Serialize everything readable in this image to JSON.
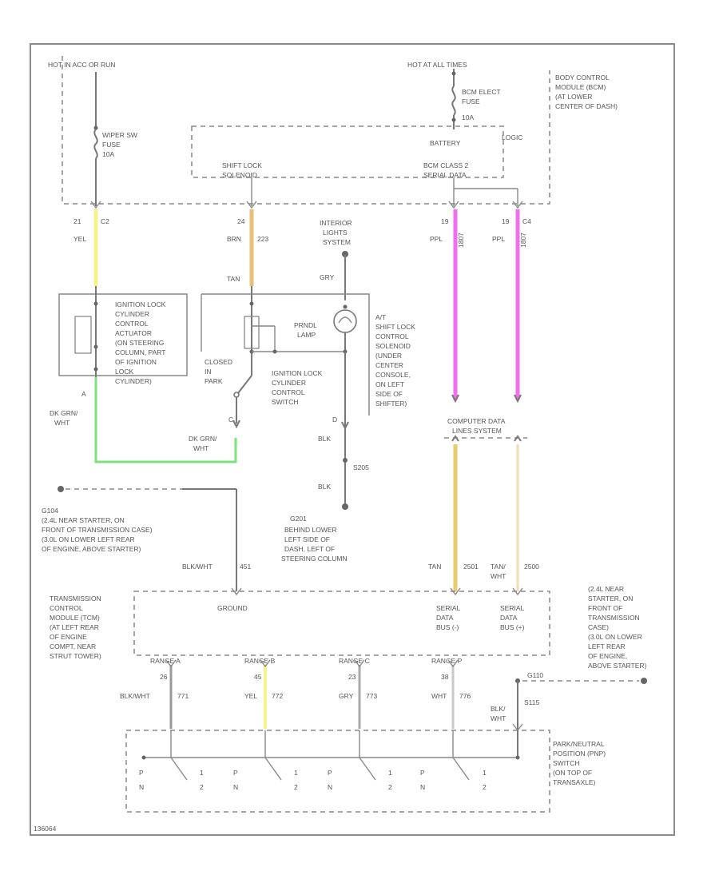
{
  "colors": {
    "background": "#ffffff",
    "line": "#777777",
    "wire_yel": "#f7f38a",
    "wire_brn": "#e8c07a",
    "wire_ppl": "#f06ef0",
    "wire_grn": "#7ee07e",
    "wire_tan_dk": "#e8cc70",
    "wire_tan_lt": "#f2deb0"
  },
  "icons": [
    "ground-icon",
    "fuse-icon",
    "lamp-icon",
    "solenoid-coil-icon",
    "switch-icon",
    "connector-icon"
  ],
  "top": {
    "hot_run": "HOT IN ACC OR RUN",
    "hot_all": "HOT AT ALL TIMES",
    "bcm_fuse": "BCM ELECT",
    "bcm_fuse_2": "FUSE",
    "bcm_fuse_3": "10A",
    "bcm": [
      "BODY CONTROL",
      "MODULE (BCM)",
      "(AT LOWER",
      "CENTER OF DASH)"
    ],
    "wiper_fuse": [
      "WIPER SW",
      "FUSE",
      "10A"
    ],
    "battery": "BATTERY",
    "logic": "LOGIC",
    "shift_lock": [
      "SHIFT LOCK",
      "SOLENOID"
    ],
    "bcm_class2": [
      "BCM CLASS 2",
      "SERIAL DATA"
    ],
    "pin_21": "21",
    "pin_c2": "C2",
    "pin_24": "24",
    "pin_19": "19",
    "pin_19c4": "19",
    "pin_c4": "C4"
  },
  "wires": {
    "yel": "YEL",
    "brn": "BRN",
    "brn_num": "223",
    "ppl1": "PPL",
    "ppl1_num": "1807",
    "ppl2": "PPL",
    "ppl2_num": "1807",
    "dkgrn1": [
      "DK GRN/",
      "WHT"
    ],
    "dkgrn2": [
      "DK GRN/",
      "WHT"
    ],
    "gry": "GRY",
    "blk1": "BLK",
    "blk2": "BLK",
    "blkwht": "BLK/WHT",
    "blkwht_num": "451",
    "tan1": "TAN",
    "tan1_num": "2501",
    "tan2": "TAN/",
    "tan2_b": "WHT",
    "tan2_num": "2500",
    "blkwht_right": [
      "BLK/",
      "WHT"
    ]
  },
  "components": {
    "interior_lights": [
      "INTERIOR",
      "LIGHTS",
      "SYSTEM"
    ],
    "ignition_actuator": [
      "IGNITION LOCK",
      "CYLINDER",
      "CONTROL",
      "ACTUATOR",
      "(ON STEERING",
      "COLUMN, PART",
      "OF IGNITION",
      "LOCK",
      "CYLINDER)"
    ],
    "shift_lock_solenoid": [
      "A/T",
      "SHIFT LOCK",
      "CONTROL",
      "SOLENOID",
      "(UNDER",
      "CENTER",
      "CONSOLE,",
      "ON LEFT",
      "SIDE OF",
      "SHIFTER)"
    ],
    "prndl": [
      "PRNDL",
      "LAMP"
    ],
    "closed_park": [
      "CLOSED",
      "IN",
      "PARK"
    ],
    "ign_switch": [
      "IGNITION LOCK",
      "CYLINDER",
      "CONTROL",
      "SWITCH"
    ],
    "tan_label": "TAN",
    "pin_a": "A",
    "pin_c": "C",
    "pin_d": "D",
    "computer_data": [
      "COMPUTER DATA",
      "LINES SYSTEM"
    ],
    "ground_ref": "G104",
    "ground_desc": [
      "(2.4L NEAR STARTER, ON",
      "FRONT OF TRANSMISSION CASE)",
      "(3.0L ON LOWER LEFT REAR",
      "OF ENGINE, ABOVE STARTER)"
    ],
    "splice_s205": "S205",
    "ground_g201": "G201",
    "g201_desc": [
      "BEHIND LOWER",
      "LEFT SIDE OF",
      "DASH, LEFT OF",
      "STEERING COLUMN"
    ],
    "right_ground": [
      "(2.4L NEAR",
      "STARTER, ON",
      "FRONT OF",
      "TRANSMISSION",
      "CASE)",
      "(3.0L ON LOWER",
      "LEFT REAR",
      "OF ENGINE,",
      "ABOVE STARTER)"
    ],
    "tcm": [
      "TRANSMISSION",
      "CONTROL",
      "MODULE (TCM)",
      "(AT LEFT REAR",
      "OF ENGINE",
      "COMPT, NEAR",
      "STRUT TOWER)"
    ],
    "ground_lbl": "GROUND",
    "serial_lo": [
      "SERIAL",
      "DATA",
      "BUS (-)"
    ],
    "serial_hi": [
      "SERIAL",
      "DATA",
      "BUS (+)"
    ],
    "right_ground_ref": "G110",
    "splice_s115": "S115",
    "pnp": [
      "PARK/NEUTRAL",
      "POSITION (PNP)",
      "SWITCH",
      "(ON TOP OF",
      "TRANSAXLE)"
    ],
    "footer_code": "136064"
  },
  "tcm_inputs": [
    {
      "label": "RANGE A",
      "pin": "26",
      "color": "BLK/WHT",
      "num": "771"
    },
    {
      "label": "RANGE B",
      "pin": "45",
      "color": "YEL",
      "num": "772"
    },
    {
      "label": "RANGE C",
      "pin": "23",
      "color": "GRY",
      "num": "773"
    },
    {
      "label": "RANGE P",
      "pin": "38",
      "color": "WHT",
      "num": "776"
    }
  ],
  "pnp_pins": [
    "P",
    "N",
    "1",
    "2"
  ]
}
